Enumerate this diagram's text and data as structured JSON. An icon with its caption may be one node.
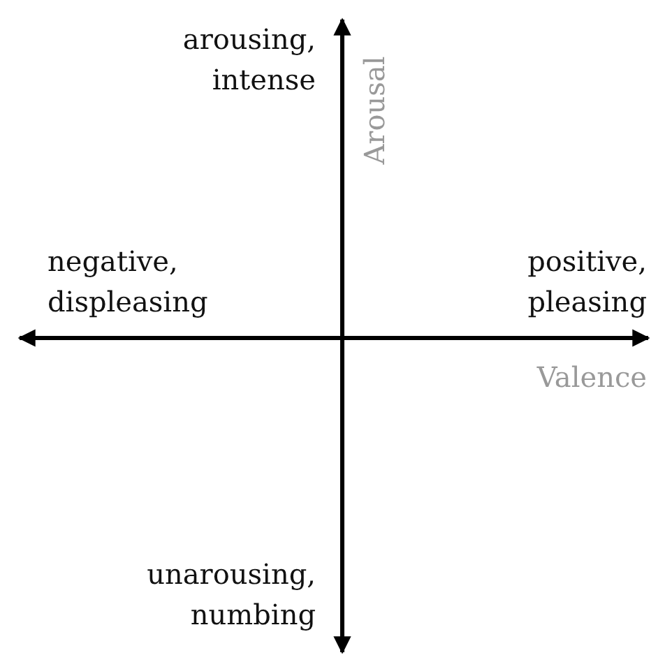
{
  "diagram": {
    "labels": [
      "arousing, intense",
      "Arousal",
      "negative, displeasing",
      "positive, pleasing",
      "Valence",
      "unarousing, numbing"
    ]
  }
}
